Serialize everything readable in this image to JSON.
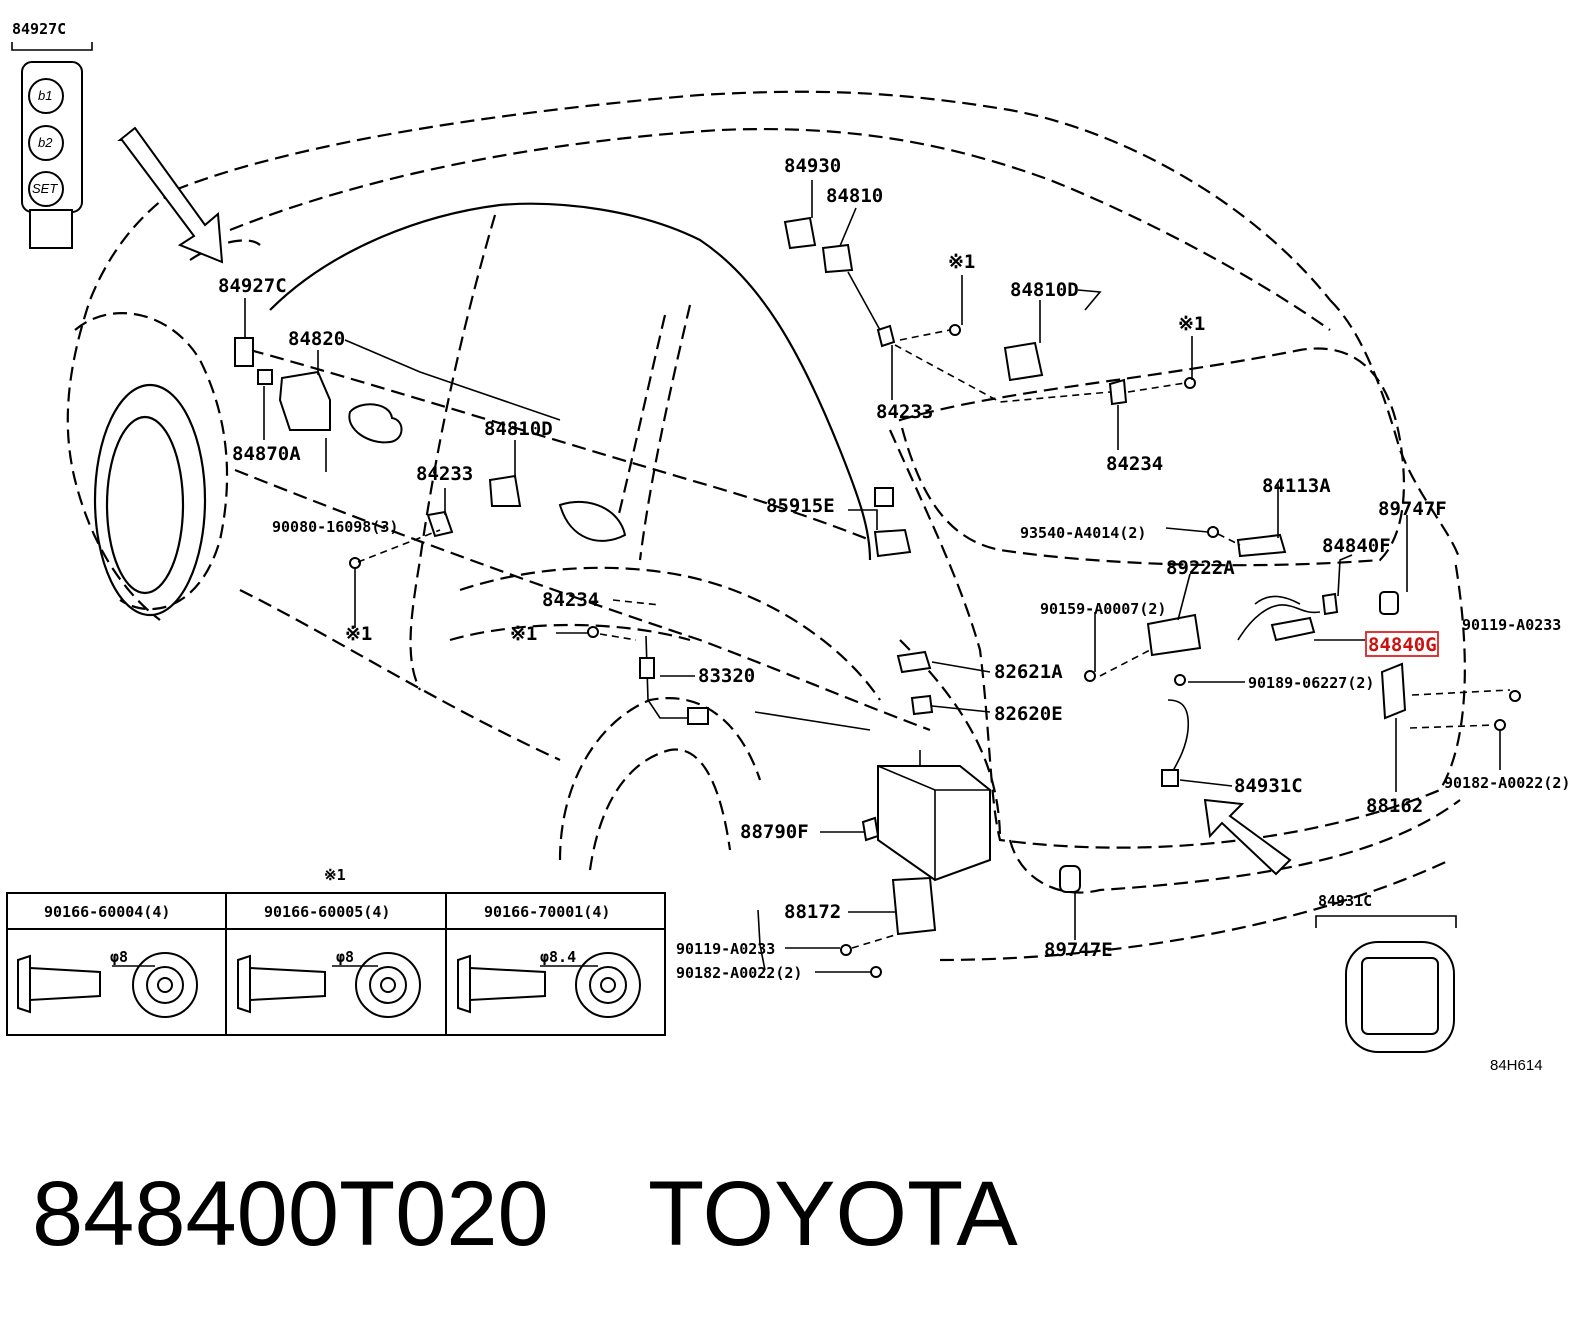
{
  "diagram": {
    "reference_code": "84H614",
    "footer": {
      "part_number": "848400T020",
      "brand": "TOYOTA"
    },
    "detail_labels": {
      "memory_switch": "84927C",
      "hatch_switch": "84931C"
    },
    "memory_buttons": [
      "b1",
      "b2",
      "SET"
    ],
    "callouts": {
      "c84927C": "84927C",
      "c84820": "84820",
      "c84870A": "84870A",
      "c90080": "90080-16098(3)",
      "c84810D_a": "84810D",
      "c84233_a": "84233",
      "c84930": "84930",
      "c84810": "84810",
      "c84810D_b": "84810D",
      "c84233_b": "84233",
      "c84234_a": "84234",
      "c84234_b": "84234",
      "c85915E": "85915E",
      "c84113A": "84113A",
      "c93540": "93540-A4014(2)",
      "c89747F": "89747F",
      "c84840F": "84840F",
      "c89222A": "89222A",
      "c90159": "90159-A0007(2)",
      "c90119_a": "90119-A0233",
      "c84840G": "84840G",
      "c90189": "90189-06227(2)",
      "c82621A": "82621A",
      "c82620E": "82620E",
      "c83320": "83320",
      "c84931C": "84931C",
      "c88162": "88162",
      "c90182_a": "90182-A0022(2)",
      "c88790F": "88790F",
      "c88172": "88172",
      "c90119_b": "90119-A0233",
      "c90182_b": "90182-A0022(2)",
      "c89747E": "89747E",
      "star1_a": "※1",
      "star1_b": "※1",
      "star1_c": "※1",
      "star1_d": "※1"
    },
    "fastener_table": {
      "title": "※1",
      "columns": [
        {
          "part": "90166-60004(4)",
          "diameter": "φ8"
        },
        {
          "part": "90166-60005(4)",
          "diameter": "φ8"
        },
        {
          "part": "90166-70001(4)",
          "diameter": "φ8.4"
        }
      ]
    }
  }
}
